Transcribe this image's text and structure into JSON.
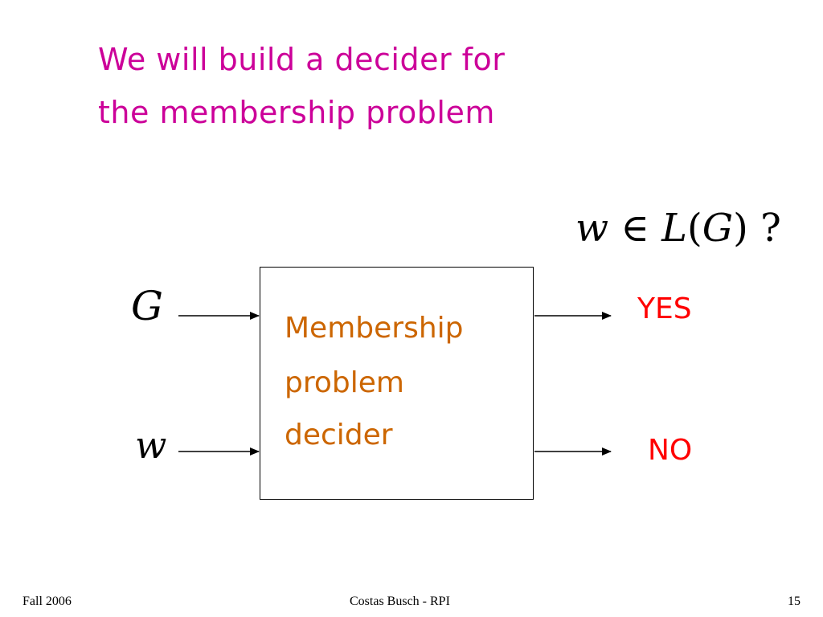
{
  "title": {
    "line1": "We will build a decider for",
    "line2": "the membership problem"
  },
  "question": {
    "w": "w",
    "element_of": " ∈ ",
    "L": "L",
    "paren_open": "(",
    "G": "G",
    "paren_close": ")",
    "qmark": " ?"
  },
  "inputs": {
    "grammar": "G",
    "string": "w"
  },
  "decider": {
    "line1": "Membership",
    "line2": "problem",
    "line3": "decider"
  },
  "outputs": {
    "yes": "YES",
    "no": "NO"
  },
  "footer": {
    "left": "Fall 2006",
    "center": "Costas Busch - RPI",
    "page_number": "15"
  },
  "colors": {
    "title": "#cc0099",
    "decider_text": "#cc6600",
    "outputs": "#ff0000",
    "lines": "#000000"
  }
}
